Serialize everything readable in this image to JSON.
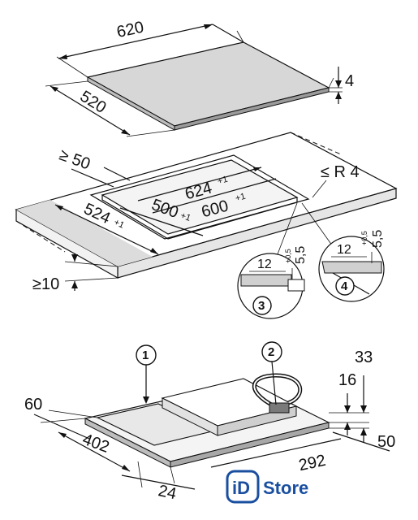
{
  "top_view": {
    "width_label": "620",
    "depth_label": "520",
    "thickness_label": "4"
  },
  "cutout_view": {
    "clearance_back_label": "≥ 50",
    "corner_radius_label": "≤ R 4",
    "outer_width_label": "624",
    "outer_width_tol": "+1",
    "inner_width_label": "600",
    "inner_width_tol": "+1",
    "inner_depth_label": "500",
    "inner_depth_tol": "+1",
    "outer_depth_label": "524",
    "outer_depth_tol": "+1",
    "worktop_min_label": "≥10",
    "detail_3": {
      "number": "3",
      "width_label": "12",
      "height_label": "5,5",
      "height_tol": "+0,5"
    },
    "detail_4": {
      "number": "4",
      "width_label": "12",
      "height_label": "5,5",
      "height_tol": "+0,5"
    }
  },
  "bottom_view": {
    "callout_1": "1",
    "callout_2": "2",
    "dim_33": "33",
    "dim_16": "16",
    "dim_60": "60",
    "dim_402": "402",
    "dim_24": "24",
    "dim_292": "292",
    "dim_50": "50"
  },
  "watermark": {
    "brand_mark": "iD",
    "brand_text": "Store",
    "color": "#1a4fa0"
  }
}
